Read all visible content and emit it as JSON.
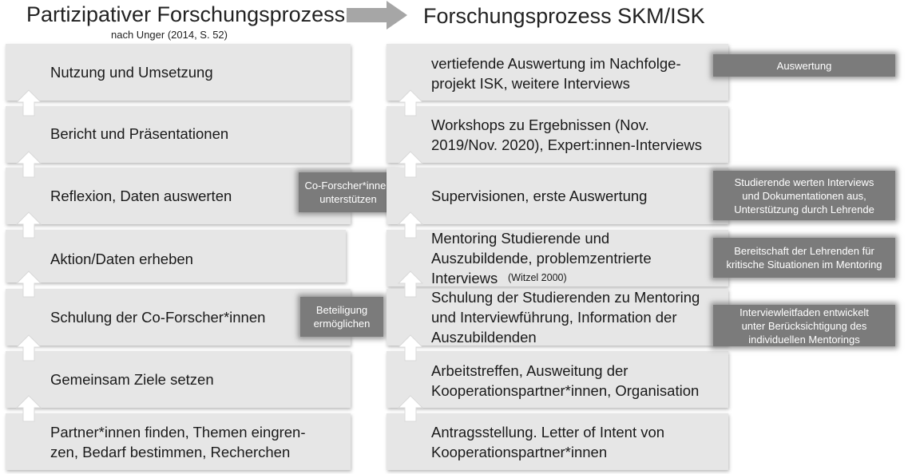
{
  "left": {
    "title": "Partizipativer Forschungsprozess",
    "subtitle": "nach Unger (2014, S. 52)",
    "steps": [
      "Nutzung und Umsetzung",
      "Bericht und Präsentationen",
      "Reflexion, Daten auswerten",
      "Aktion/Daten erheben",
      "Schulung der Co-Forscher*innen",
      "Gemeinsam Ziele setzen",
      "Partner*innen finden, Themen eingren-\nzen, Bedarf bestimmen, Recherchen"
    ],
    "tags": [
      "Co-Forscher*innen\nunterstützen",
      "Beteiligung\nermöglichen"
    ]
  },
  "right": {
    "title": "Forschungsprozess SKM/ISK",
    "steps": [
      "vertiefende Auswertung im Nachfolge-\nprojekt ISK, weitere Interviews",
      "Workshops zu Ergebnissen (Nov.\n2019/Nov. 2020), Expert:innen-Interviews",
      "Supervisionen, erste Auswertung",
      "Mentoring Studierende und\nAuszubildende, problemzentrierte\nInterviews",
      "Schulung der Studierenden zu Mentoring\nund Interviewführung, Information der\nAuszubildenden",
      "Arbeitstreffen, Ausweitung der\nKooperationspartner*innen, Organisation",
      "Antragsstellung. Letter of Intent von\nKooperationspartner*innen"
    ],
    "mentoring_citation": "(Witzel 2000)",
    "tags": [
      "Auswertung",
      "Studierende werten Interviews\nund Dokumentationen aus,\nUnterstützung durch Lehrende",
      "Bereitschaft der Lehrenden für\nkritische Situationen im Mentoring",
      "Interviewleitfaden entwickelt\nunter Berücksichtigung des\nindividuellen Mentorings"
    ]
  },
  "colors": {
    "box": "#e6e6e6",
    "tag": "#7b7b7b",
    "arrow_fill": "#ffffff",
    "big_arrow": "#a6a6a6"
  }
}
